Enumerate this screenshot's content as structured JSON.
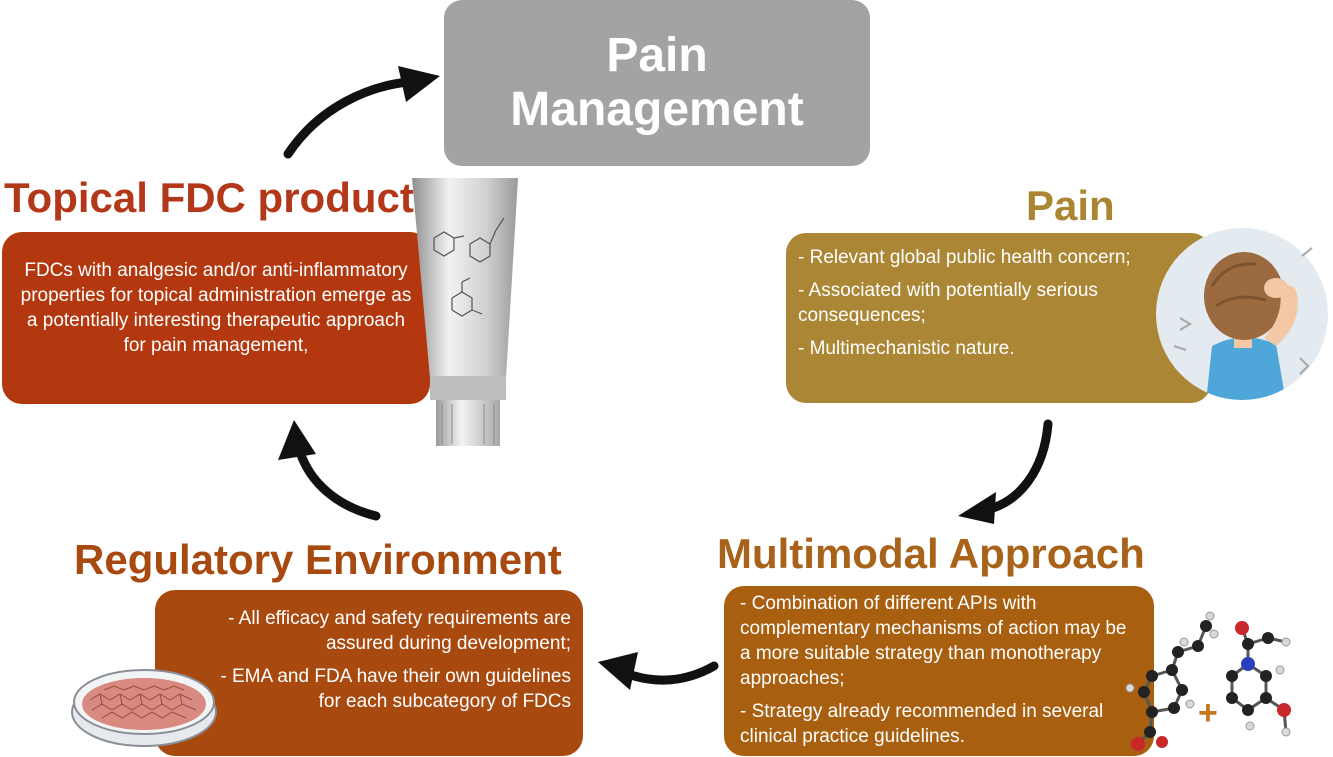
{
  "center": {
    "line1": "Pain",
    "line2": "Management"
  },
  "topical": {
    "heading": "Topical FDC products",
    "text": "FDCs with analgesic and/or anti-inflammatory properties for topical administration emerge as a potentially interesting therapeutic approach for pain management,"
  },
  "pain": {
    "heading": "Pain",
    "items": [
      "- Relevant global public health concern;",
      "- Associated with potentially serious consequences;",
      "- Multimechanistic nature."
    ]
  },
  "multimodal": {
    "heading": "Multimodal Approach",
    "items": [
      "- Combination of different APIs with complementary mechanisms of action may be a more suitable strategy than monotherapy approaches;",
      "- Strategy already recommended in several clinical practice guidelines."
    ]
  },
  "regulatory": {
    "heading": "Regulatory Environment",
    "items": [
      "- All efficacy and safety requirements are assured during development;",
      "-  EMA and FDA have their own guidelines for each subcategory of FDCs"
    ]
  },
  "plus_sign": "+",
  "colors": {
    "center_box": "#a3a3a3",
    "topical": "#b3380f",
    "pain": "#ab8634",
    "multimodal": "#a95f10",
    "regulatory": "#a8490f",
    "arrow": "#111111"
  }
}
